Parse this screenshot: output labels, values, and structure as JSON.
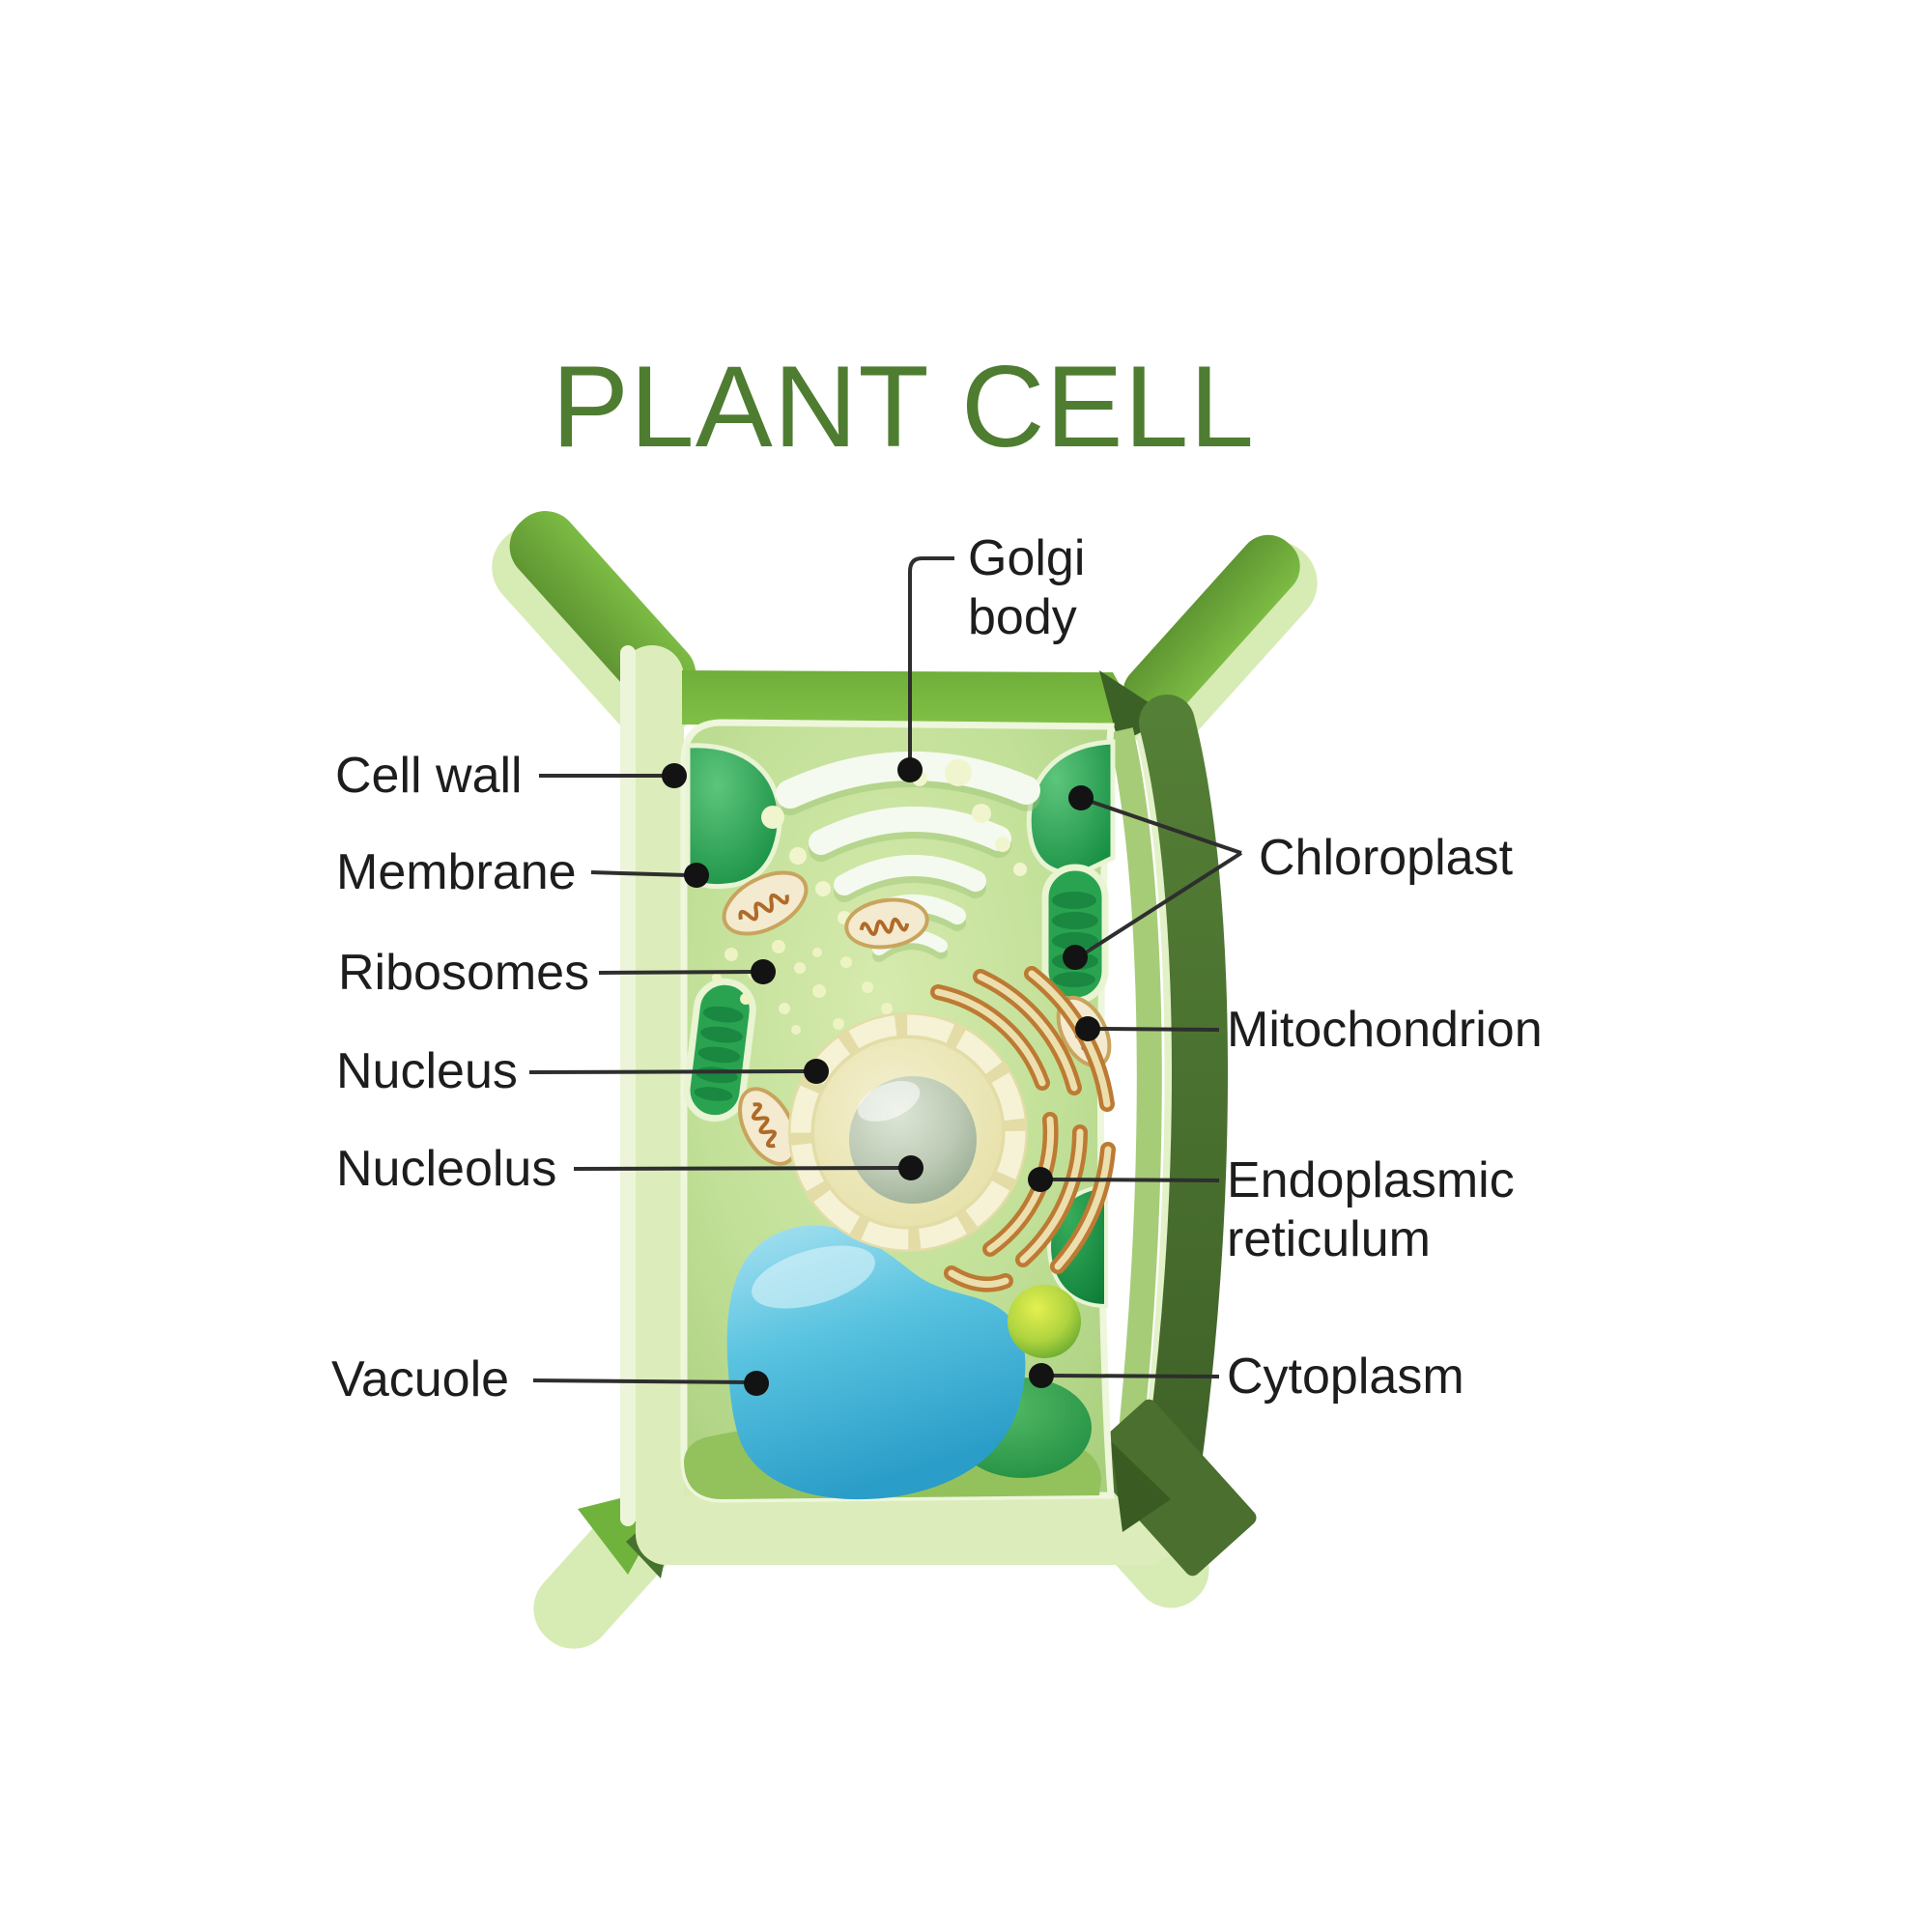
{
  "title": "PLANT CELL",
  "labels": {
    "cell_wall": "Cell wall",
    "membrane": "Membrane",
    "ribosomes": "Ribosomes",
    "nucleus": "Nucleus",
    "nucleolus": "Nucleolus",
    "vacuole": "Vacuole",
    "golgi_body": "Golgi body",
    "chloroplast": "Chloroplast",
    "mitochondrion": "Mitochondrion",
    "endoplasmic_reticulum": "Endoplasmic reticulum",
    "cytoplasm": "Cytoplasm"
  },
  "colors": {
    "title_green": "#4e7d31",
    "label_text": "#1d1d1d",
    "leader_line": "#2e2e2e",
    "cell_wall_pale": "#dcedbb",
    "cell_wall_band": "#7cbb41",
    "cell_wall_dark": "#4a7030",
    "cytoplasm_fill": "#b7da8c",
    "chloroplast_green": "#1c9447",
    "nucleus_fill": "#ece7b5",
    "nucleolus_fill": "#a8bba3",
    "er_orange": "#bd7a33",
    "mitochondrion_tan": "#f3ead0",
    "vacuole_blue": "#51bfdf",
    "vesicle_yellow_green": "#cde34a"
  }
}
